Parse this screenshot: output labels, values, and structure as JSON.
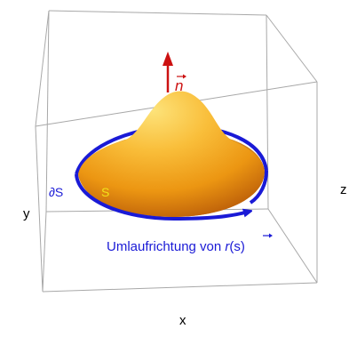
{
  "axes": {
    "x_label": "x",
    "y_label": "y",
    "z_label": "z"
  },
  "labels": {
    "normal_vector": "n",
    "boundary": "∂S",
    "surface": "S",
    "direction_prefix": "Umlaufrichtung von ",
    "direction_vector": "r",
    "direction_suffix": "(s)"
  },
  "colors": {
    "box_edges": "#a8a8a8",
    "boundary_curve": "#1a1ad6",
    "surface_light": "#fde37a",
    "surface_mid": "#f7a818",
    "surface_dark": "#b85a08",
    "normal_arrow": "#cc1111",
    "surface_label": "#f2e11a"
  }
}
